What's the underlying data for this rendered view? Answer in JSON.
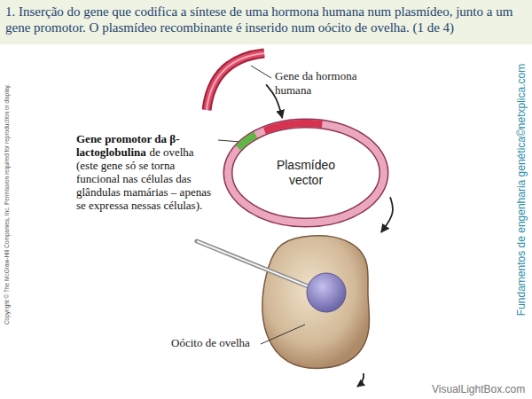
{
  "diagram": {
    "title": "1. Inserção do gene que codifica a síntese de uma hormona humana num plasmídeo, junto a um gene promotor. O plasmídeo recombinante é inserido num oócito de ovelha. (1 de 4)",
    "nodes": [
      {
        "text": [
          "Gene da hormona humana"
        ]
      },
      {
        "text": [
          "Plasmídeo vector"
        ]
      },
      {
        "text": [
          "Oócito de ovelha"
        ]
      }
    ],
    "edges": [
      {
        "from": 0,
        "to": 1,
        "arrow": "to"
      },
      {
        "from": 1,
        "to": 2,
        "arrow": "to"
      }
    ],
    "labels": [
      "Gene promotor da β-lactoglobulina",
      "de ovelha (este gene só se torna funcional nas células das glândulas mamárias – apenas se expressa nessas células).",
      "Copyright © The McGraw-Hill Companies, Inc. Permission required for reproduction or display.",
      "Fundamentos de engenharia genética©netxplica.com",
      "VisualLightBox.com"
    ]
  }
}
